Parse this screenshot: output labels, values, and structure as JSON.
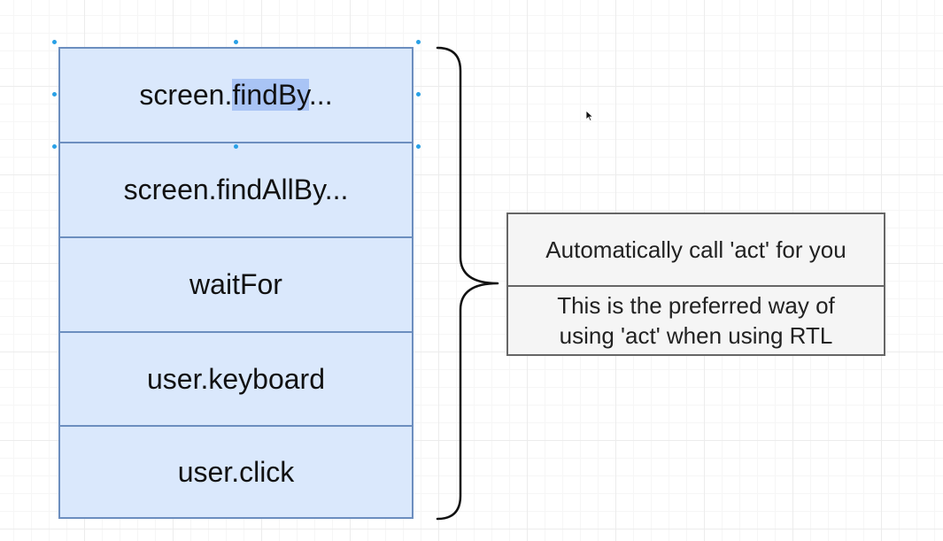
{
  "methods": [
    {
      "prefix": "screen.",
      "highlight": "findBy",
      "suffix": "..."
    },
    {
      "prefix": "screen.findAllBy...",
      "highlight": "",
      "suffix": ""
    },
    {
      "prefix": "waitFor",
      "highlight": "",
      "suffix": ""
    },
    {
      "prefix": "user.keyboard",
      "highlight": "",
      "suffix": ""
    },
    {
      "prefix": "user.click",
      "highlight": "",
      "suffix": ""
    }
  ],
  "info": {
    "line1": "Automatically call 'act' for you",
    "line2a": "This is the preferred way of",
    "line2b": "using 'act' when using RTL"
  },
  "colors": {
    "stack_fill": "#dae8fc",
    "stack_stroke": "#6c8ebf",
    "selection_handle": "#29a0e6",
    "info_fill": "#f5f5f5",
    "info_stroke": "#666666"
  }
}
